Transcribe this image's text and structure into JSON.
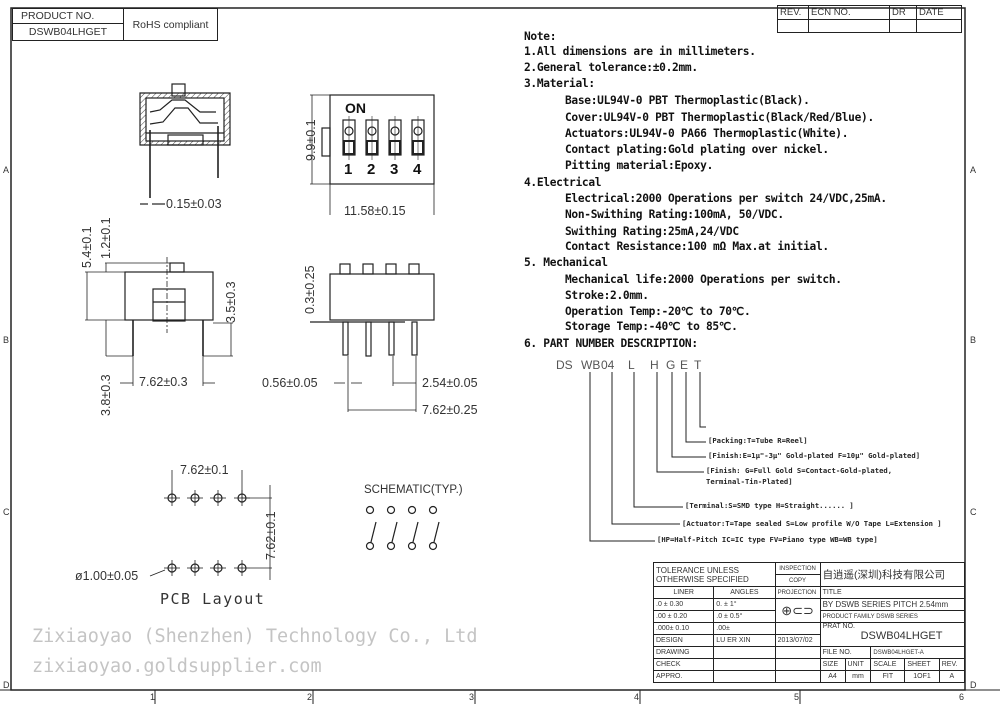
{
  "header": {
    "product_no_label": "PRODUCT      NO.",
    "product_no": "DSWB04LHGET",
    "rohs": "RoHS  compliant",
    "rev_table": {
      "rev": "REV.",
      "ecn": "ECN  NO.",
      "dr": "DR",
      "date": "DATE"
    }
  },
  "zones": {
    "rows": [
      "A",
      "B",
      "C",
      "D"
    ],
    "cols": [
      "1",
      "2",
      "3",
      "4",
      "5",
      "6"
    ]
  },
  "notes": {
    "title": "Note:",
    "lines": [
      "1.All dimensions are in millimeters.",
      "2.General tolerance:±0.2mm.",
      "3.Material:",
      "Base:UL94V-0 PBT Thermoplastic(Black).",
      "Cover:UL94V-0 PBT Thermoplastic(Black/Red/Blue).",
      "Actuators:UL94V-0 PA66 Thermoplastic(White).",
      "Contact plating:Gold plating over nickel.",
      "Pitting material:Epoxy.",
      "4.Electrical",
      "Electrical:2000 Operations per switch 24/VDC,25mA.",
      "Non-Swithing Rating:100mA, 50/VDC.",
      "Swithing Rating:25mA,24/VDC",
      "Contact Resistance:100 mΩ Max.at initial.",
      "5. Mechanical",
      "Mechanical life:2000 Operations per switch.",
      "Stroke:2.0mm.",
      "Operation Temp:-20℃ to 70℃.",
      "Storage Temp:-40℃ to 85℃.",
      "6. PART NUMBER DESCRIPTION:"
    ]
  },
  "part_number": {
    "segments": [
      "DS",
      "WB",
      "04",
      "L",
      "H",
      "G",
      "E",
      "T"
    ],
    "descriptions": [
      "[Packing:T=Tube R=Reel]",
      "[Finish:E=1μ\"-3μ\" Gold-plated F=10μ\" Gold-plated]",
      "[Finish: G=Full Gold S=Contact-Gold-plated,",
      "Terminal-Tin-Plated]",
      "[Terminal:S=SMD type  H=Straight...... ]",
      "[Actuator:T=Tape sealed S=Low profile W/O Tape L=Extension ]",
      "[HP=Half-Pitch IC=IC type FV=Piano type WB=WB type]"
    ]
  },
  "drawings": {
    "side_dim": "0.15±0.03",
    "front_dims": [
      "5.4±0.1",
      "1.2±0.1",
      "3.5±0.3",
      "3.8±0.3",
      "7.62±0.3"
    ],
    "top_view": {
      "on_label": "ON",
      "switch_numbers": [
        "1",
        "2",
        "3",
        "4"
      ],
      "dims": [
        "9.9±0.1",
        "11.58±0.15"
      ]
    },
    "pin_view_dims": [
      "0.3±0.25",
      "0.56±0.05",
      "2.54±0.05",
      "7.62±0.25"
    ],
    "pcb": {
      "dims": [
        "7.62±0.1",
        "7.62±0.1",
        "ø1.00±0.05"
      ],
      "label": "PCB Layout"
    },
    "schematic_label": "SCHEMATIC(TYP.)"
  },
  "watermark": {
    "line1": "Zixiaoyao (Shenzhen) Technology Co., Ltd",
    "line2": "zixiaoyao.goldsupplier.com"
  },
  "title_block": {
    "tolerance": "TOLERANCE  UNLESS OTHERWISE  SPECIFIED",
    "inspection": "INSPECTION",
    "copy": "COPY",
    "company": "自逍遥(深圳)科技有限公司",
    "liner": "LINER",
    "angles": "ANGLES",
    "tol_rows": [
      [
        ".0  ±  0.30",
        "0. ±  1°"
      ],
      [
        ".00 ±  0.20",
        ".0  ±  0.5°"
      ],
      [
        ".000±  0.10",
        ".00±"
      ]
    ],
    "projection": "PROJECTION",
    "title_label": "TITLE",
    "title": "BY DSWB SERIES PITCH 2.54mm",
    "product_family": "PRODUCT  FAMILY  DSWB SERIES",
    "part_no_label": "PRAT NO.",
    "part_no": "DSWB04LHGET",
    "design": "DESIGN",
    "designer": "LU ER XIN",
    "date": "2013/07/02",
    "drawing": "DRAWING",
    "check": "CHECK",
    "appro": "APPRO.",
    "file_no_label": "FILE  NO.",
    "file_no": "DSWB04LHGET-A",
    "size_headers": [
      "SIZE",
      "UNIT",
      "SCALE",
      "SHEET",
      "REV."
    ],
    "size_values": [
      "A4",
      "mm",
      "FIT",
      "1OF1",
      "A"
    ]
  }
}
